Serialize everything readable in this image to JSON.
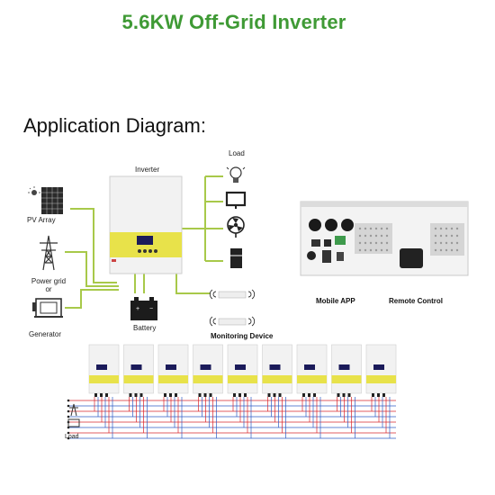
{
  "page": {
    "title": "5.6KW Off-Grid Inverter",
    "diagram_heading": "Application Diagram:"
  },
  "diagram": {
    "inverter_label": "Inverter",
    "load_label": "Load",
    "pv_label": "PV Array",
    "grid_label_line1": "Power grid",
    "grid_label_line2": "or",
    "generator_label": "Generator",
    "battery_label": "Battery",
    "monitoring_label": "Monitoring Device",
    "mobile_app_label": "Mobile APP",
    "remote_control_label": "Remote Control",
    "bottom_load_label": "Load",
    "parallel_unit_count": 9
  },
  "colors": {
    "title": "#3f9a35",
    "wire_green": "#a8c94a",
    "inverter_yellow": "#e8e24a",
    "wire_red": "#d9262b",
    "wire_blue": "#2f5cc4"
  }
}
